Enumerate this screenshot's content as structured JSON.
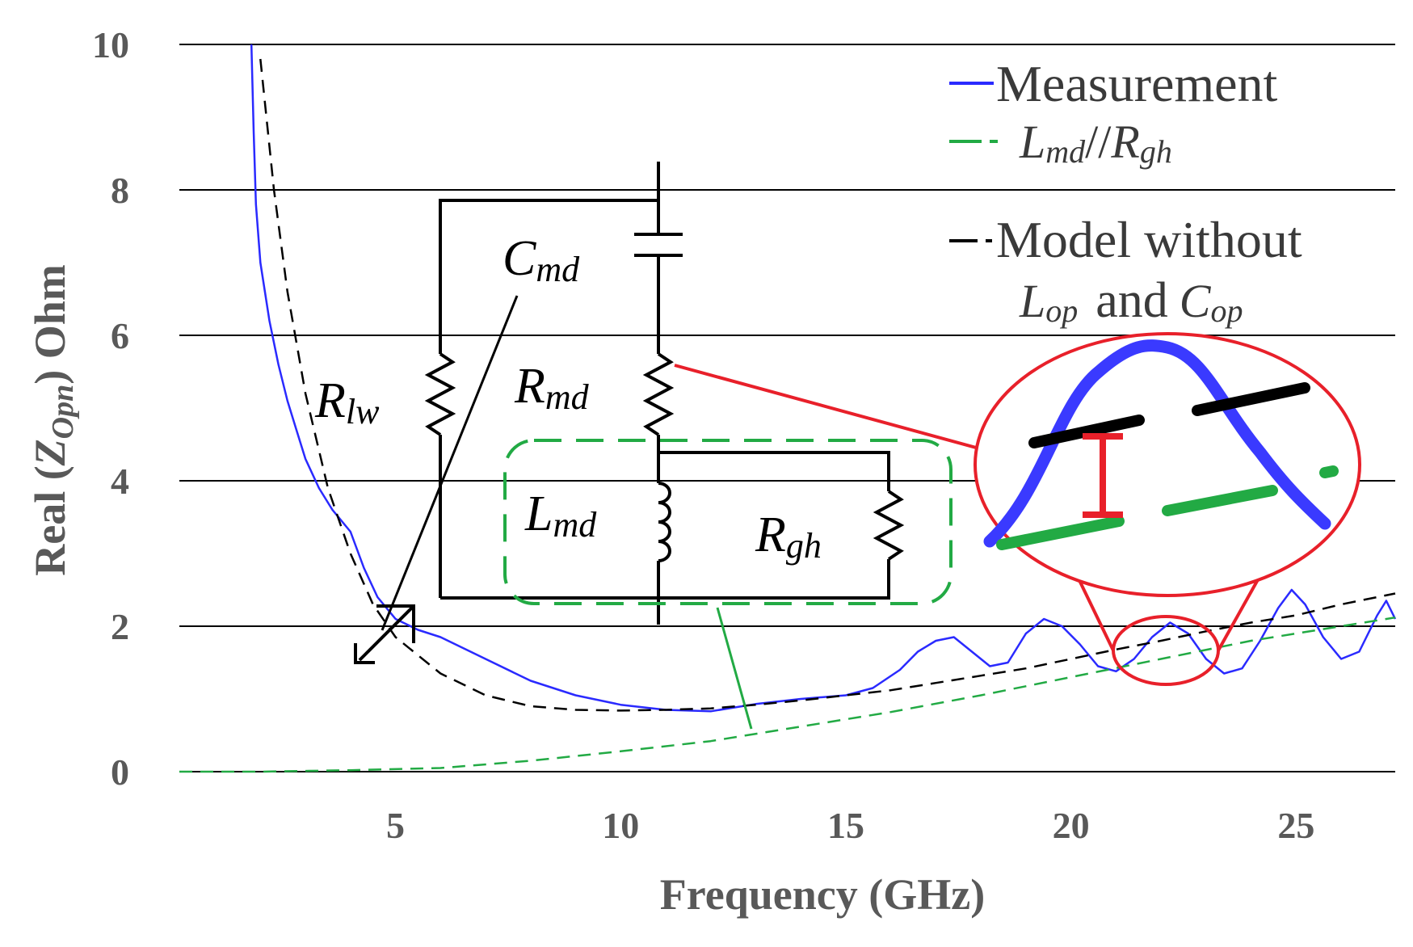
{
  "chart_data": {
    "type": "line",
    "xlabel": "Frequency (GHz)",
    "ylabel_parts": {
      "prefix": "Real (",
      "sym": "Z",
      "sub": "Opn",
      "suffix": ") Ohm"
    },
    "xlim": [
      0.2,
      27.2
    ],
    "ylim": [
      0,
      10
    ],
    "x_ticks": [
      5,
      10,
      15,
      20,
      25
    ],
    "y_ticks": [
      0,
      2,
      4,
      6,
      8,
      10
    ],
    "grid": "horizontal",
    "legend_position": "top-right",
    "series": [
      {
        "name": "Measurement",
        "color": "#2a2aff",
        "style": "solid",
        "points": [
          [
            1.8,
            10.0
          ],
          [
            1.85,
            8.8
          ],
          [
            1.9,
            7.8
          ],
          [
            2.0,
            7.0
          ],
          [
            2.1,
            6.6
          ],
          [
            2.2,
            6.2
          ],
          [
            2.4,
            5.6
          ],
          [
            2.6,
            5.1
          ],
          [
            2.8,
            4.7
          ],
          [
            3.0,
            4.3
          ],
          [
            3.3,
            3.9
          ],
          [
            3.6,
            3.6
          ],
          [
            4.0,
            3.3
          ],
          [
            4.3,
            2.8
          ],
          [
            4.6,
            2.4
          ],
          [
            5.0,
            2.1
          ],
          [
            5.5,
            1.95
          ],
          [
            6.0,
            1.85
          ],
          [
            7.0,
            1.55
          ],
          [
            8.0,
            1.25
          ],
          [
            9.0,
            1.05
          ],
          [
            10.0,
            0.92
          ],
          [
            11.0,
            0.85
          ],
          [
            12.0,
            0.83
          ],
          [
            13.0,
            0.93
          ],
          [
            14.0,
            1.0
          ],
          [
            15.0,
            1.05
          ],
          [
            15.6,
            1.15
          ],
          [
            16.2,
            1.4
          ],
          [
            16.6,
            1.65
          ],
          [
            17.0,
            1.8
          ],
          [
            17.4,
            1.85
          ],
          [
            17.8,
            1.65
          ],
          [
            18.2,
            1.45
          ],
          [
            18.6,
            1.5
          ],
          [
            19.0,
            1.9
          ],
          [
            19.4,
            2.1
          ],
          [
            19.8,
            2.0
          ],
          [
            20.2,
            1.75
          ],
          [
            20.6,
            1.45
          ],
          [
            21.0,
            1.38
          ],
          [
            21.4,
            1.55
          ],
          [
            21.8,
            1.85
          ],
          [
            22.2,
            2.05
          ],
          [
            22.6,
            1.9
          ],
          [
            23.0,
            1.55
          ],
          [
            23.4,
            1.35
          ],
          [
            23.8,
            1.42
          ],
          [
            24.2,
            1.8
          ],
          [
            24.6,
            2.25
          ],
          [
            24.9,
            2.5
          ],
          [
            25.2,
            2.3
          ],
          [
            25.6,
            1.85
          ],
          [
            26.0,
            1.55
          ],
          [
            26.4,
            1.65
          ],
          [
            26.8,
            2.15
          ],
          [
            27.0,
            2.35
          ],
          [
            27.2,
            2.1
          ]
        ]
      },
      {
        "name": "Lmd//Rgh",
        "color": "#22aa44",
        "style": "dashed",
        "points": [
          [
            0.2,
            0.0
          ],
          [
            2.0,
            0.0
          ],
          [
            4.0,
            0.02
          ],
          [
            6.0,
            0.05
          ],
          [
            8.0,
            0.15
          ],
          [
            10.0,
            0.28
          ],
          [
            12.0,
            0.42
          ],
          [
            14.0,
            0.62
          ],
          [
            16.0,
            0.82
          ],
          [
            18.0,
            1.05
          ],
          [
            20.0,
            1.3
          ],
          [
            22.0,
            1.55
          ],
          [
            24.0,
            1.8
          ],
          [
            26.0,
            2.0
          ],
          [
            27.2,
            2.12
          ]
        ]
      },
      {
        "name": "Model without Lop and Cop",
        "color": "#000000",
        "style": "dashed",
        "points": [
          [
            2.0,
            9.8
          ],
          [
            2.3,
            8.0
          ],
          [
            2.6,
            6.6
          ],
          [
            3.0,
            5.2
          ],
          [
            3.5,
            3.9
          ],
          [
            4.0,
            3.0
          ],
          [
            4.5,
            2.3
          ],
          [
            5.0,
            1.85
          ],
          [
            6.0,
            1.35
          ],
          [
            7.0,
            1.05
          ],
          [
            8.0,
            0.9
          ],
          [
            9.0,
            0.85
          ],
          [
            10.0,
            0.84
          ],
          [
            11.0,
            0.85
          ],
          [
            12.0,
            0.87
          ],
          [
            13.0,
            0.92
          ],
          [
            14.0,
            0.98
          ],
          [
            15.0,
            1.05
          ],
          [
            16.0,
            1.12
          ],
          [
            17.0,
            1.22
          ],
          [
            18.0,
            1.32
          ],
          [
            19.0,
            1.42
          ],
          [
            20.0,
            1.55
          ],
          [
            21.0,
            1.68
          ],
          [
            22.0,
            1.8
          ],
          [
            23.0,
            1.93
          ],
          [
            24.0,
            2.05
          ],
          [
            25.0,
            2.15
          ],
          [
            26.0,
            2.3
          ],
          [
            27.2,
            2.45
          ]
        ]
      }
    ],
    "legend": {
      "measurement": "Measurement",
      "lmd_rgh": {
        "a": "L",
        "a_sub": "md",
        "sep": "//",
        "b": "R",
        "b_sub": "gh"
      },
      "model_line1": "Model without",
      "model_line2": {
        "a": "L",
        "a_sub": "op",
        "mid": "and",
        "b": "C",
        "b_sub": "op"
      }
    },
    "circuit_labels": {
      "cmd": {
        "sym": "C",
        "sub": "md"
      },
      "rlw": {
        "sym": "R",
        "sub": "lw"
      },
      "rmd": {
        "sym": "R",
        "sub": "md"
      },
      "lmd": {
        "sym": "L",
        "sub": "md"
      },
      "rgh": {
        "sym": "R",
        "sub": "gh"
      }
    }
  }
}
